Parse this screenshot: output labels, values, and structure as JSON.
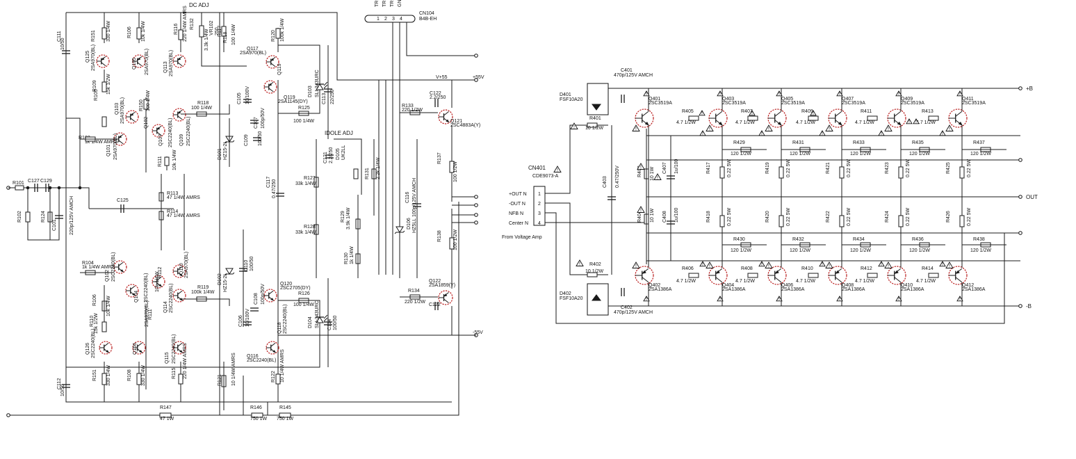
{
  "voltage_amp": {
    "dc_adj": "DC ADJ",
    "idle_adj": "IDOLE ADJ",
    "v_plus": "V+55",
    "plus55": "+55V",
    "minus55": "-55V",
    "resistors": [
      {
        "ref": "R101",
        "val": ""
      },
      {
        "ref": "R102",
        "val": ""
      },
      {
        "ref": "R124",
        "val": ""
      },
      {
        "ref": "R103",
        "val": "1k 1/4W AMRS"
      },
      {
        "ref": "R104",
        "val": "1k 1/4W AMRS"
      },
      {
        "ref": "R105",
        "val": "10k 1/4W"
      },
      {
        "ref": "R106",
        "val": "10k 1/4W"
      },
      {
        "ref": "R107",
        "val": "330 1/4W"
      },
      {
        "ref": "R108",
        "val": "330 1/4W"
      },
      {
        "ref": "R109",
        "val": "15k 1/2W"
      },
      {
        "ref": "R110",
        "val": "15k 1/2W"
      },
      {
        "ref": "R111",
        "val": "10k 1/4W"
      },
      {
        "ref": "R112",
        "val": "10k 1/4W"
      },
      {
        "ref": "R113",
        "val": "47 1/4W AMRS"
      },
      {
        "ref": "R114",
        "val": "47 1/4W AMRS"
      },
      {
        "ref": "R115",
        "val": "220 1/4W AMRS"
      },
      {
        "ref": "R116",
        "val": "220 1/4W AMRS"
      },
      {
        "ref": "R117",
        "val": "100 1/4W"
      },
      {
        "ref": "R118",
        "val": "100 1/4W"
      },
      {
        "ref": "R119",
        "val": "100k 1/4W"
      },
      {
        "ref": "R120",
        "val": "100k 1/4W"
      },
      {
        "ref": "R121",
        "val": "10 1/4W AMRS"
      },
      {
        "ref": "R122",
        "val": "10 1/4W AMRS"
      },
      {
        "ref": "R123",
        "val": "330 1/4W"
      },
      {
        "ref": "R125",
        "val": "100 1/4W"
      },
      {
        "ref": "R126",
        "val": "100 1/4W"
      },
      {
        "ref": "R127",
        "val": "33k 1/4W"
      },
      {
        "ref": "R128",
        "val": "33k 1/4W"
      },
      {
        "ref": "R129",
        "val": "3.9k 1/4W"
      },
      {
        "ref": "R130",
        "val": "1k 1/4W"
      },
      {
        "ref": "R131",
        "val": "2.2k 1/4W"
      },
      {
        "ref": "R132",
        "val": "3.3k 1/4W"
      },
      {
        "ref": "R133",
        "val": "220 1/2W"
      },
      {
        "ref": "R134",
        "val": "220 1/2W"
      },
      {
        "ref": "R137",
        "val": "100 1/2W"
      },
      {
        "ref": "R138",
        "val": "100 1/2W"
      },
      {
        "ref": "R145",
        "val": "750 1W"
      },
      {
        "ref": "R146",
        "val": "750 1W"
      },
      {
        "ref": "R147",
        "val": "47 1W"
      },
      {
        "ref": "R150",
        "val": "100 1/4W"
      },
      {
        "ref": "R151",
        "val": "330 1/4W"
      },
      {
        "ref": "R152",
        "val": "330 1/4W"
      },
      {
        "ref": "VR101",
        "val": "5K"
      },
      {
        "ref": "VR102",
        "val": "250"
      }
    ],
    "capacitors": [
      {
        "ref": "C101",
        "val": "220p/125V AMCH"
      },
      {
        "ref": "C105",
        "val": "10/100V"
      },
      {
        "ref": "C106",
        "val": "10/100V"
      },
      {
        "ref": "C107",
        "val": "100p/50V"
      },
      {
        "ref": "C108",
        "val": "100p/50V"
      },
      {
        "ref": "C109",
        "val": "100/50"
      },
      {
        "ref": "C110",
        "val": "100/50"
      },
      {
        "ref": "C111",
        "val": "10/50"
      },
      {
        "ref": "C112",
        "val": "10/50"
      },
      {
        "ref": "C113",
        "val": "22/250"
      },
      {
        "ref": "C114",
        "val": "100/50"
      },
      {
        "ref": "C115",
        "val": "100p 125V AMCH"
      },
      {
        "ref": "C116",
        "val": "100p/125V AMCH"
      },
      {
        "ref": "C117",
        "val": "0.47/250"
      },
      {
        "ref": "C121",
        "val": "2.2/250"
      },
      {
        "ref": "C122",
        "val": "2.2/250"
      },
      {
        "ref": "C125",
        "val": ""
      },
      {
        "ref": "C127",
        "val": "2200p/125V AMCH"
      },
      {
        "ref": "C129",
        "val": ""
      }
    ],
    "transistors": [
      {
        "ref": "Q101",
        "val": "2SA970(BL)"
      },
      {
        "ref": "Q102",
        "val": "2SC2240(BL)"
      },
      {
        "ref": "Q103",
        "val": "2SA970(BL)"
      },
      {
        "ref": "Q104",
        "val": "2SC2240(BL)"
      },
      {
        "ref": "Q105",
        "val": "2SA970(BL)"
      },
      {
        "ref": "Q106",
        "val": "2SC2240(BL)"
      },
      {
        "ref": "Q107",
        "val": "2SC2240(BL)"
      },
      {
        "ref": "Q108",
        "val": "2SA970(BL)"
      },
      {
        "ref": "Q109",
        "val": "2SC2240(BL)"
      },
      {
        "ref": "Q110",
        "val": "2SA970(BL)"
      },
      {
        "ref": "Q113",
        "val": "2SA970(BL)"
      },
      {
        "ref": "Q114",
        "val": "2SC2240(BL)"
      },
      {
        "ref": "Q115",
        "val": "2SC2240(BL)"
      },
      {
        "ref": "Q116",
        "val": "2SC2240(BL)"
      },
      {
        "ref": "Q117",
        "val": "2SA970(BL)"
      },
      {
        "ref": "Q118",
        "val": "2SC2240(BL)"
      },
      {
        "ref": "Q119",
        "val": "2SA1145(DY)"
      },
      {
        "ref": "Q120",
        "val": "2SC2705(DY)"
      },
      {
        "ref": "Q121",
        "val": "2SC4883A(Y)"
      },
      {
        "ref": "Q122",
        "val": "2SA1859(Y)"
      },
      {
        "ref": "Q125",
        "val": "2SA970(BL)"
      },
      {
        "ref": "Q126",
        "val": "2SC2240(BL)"
      }
    ],
    "diodes": [
      {
        "ref": "D101",
        "val": "HZ15-2L"
      },
      {
        "ref": "D102",
        "val": "HZ15-2L"
      },
      {
        "ref": "D103",
        "val": "SLI-343URC"
      },
      {
        "ref": "D104",
        "val": "SLI-343URC"
      },
      {
        "ref": "D105",
        "val": "UK2LL"
      },
      {
        "ref": "D106",
        "val": "HZ5LL"
      }
    ],
    "connector": {
      "ref": "CN104",
      "part": "B4B-EH",
      "pins": [
        "TR-P",
        "TR-N",
        "TR-C",
        "GND"
      ],
      "numbers": [
        "1",
        "2",
        "3",
        "4"
      ]
    }
  },
  "output_stage": {
    "cn401": {
      "ref": "CN401",
      "part": "CDE9073-A",
      "pins": [
        {
          "n": "1",
          "name": "+OUT N"
        },
        {
          "n": "2",
          "name": "-OUT N"
        },
        {
          "n": "3",
          "name": "NFB N"
        },
        {
          "n": "4",
          "name": "Center N"
        }
      ],
      "from": "From Voltage Amp"
    },
    "rails": {
      "plus": "+B",
      "minus": "-B",
      "out": "OUT"
    },
    "d401": {
      "ref": "D401",
      "part": "FSF10A20"
    },
    "d402": {
      "ref": "D402",
      "part": "FSF10A20"
    },
    "c401": {
      "ref": "C401",
      "val": "470p/125V AMCH"
    },
    "c402": {
      "ref": "C402",
      "val": "470p/125V AMCH"
    },
    "c403": {
      "ref": "C403",
      "val": "0.47/250V"
    },
    "c407": {
      "ref": "C407",
      "val": "1u/100"
    },
    "c408": {
      "ref": "C408",
      "val": "1u/100"
    },
    "r401": {
      "ref": "R401",
      "val": "10 1/2W"
    },
    "r402": {
      "ref": "R402",
      "val": "10 1/2W"
    },
    "r403": {
      "ref": "R403",
      "val": "10 1W"
    },
    "r404": {
      "ref": "R404",
      "val": "10 1W"
    },
    "npn": [
      {
        "ref": "Q401",
        "val": "2SC3519A"
      },
      {
        "ref": "Q403",
        "val": "2SC3519A"
      },
      {
        "ref": "Q405",
        "val": "2SC3519A"
      },
      {
        "ref": "Q407",
        "val": "2SC3519A"
      },
      {
        "ref": "Q409",
        "val": "2SC3519A"
      },
      {
        "ref": "Q411",
        "val": "2SC3519A"
      }
    ],
    "pnp": [
      {
        "ref": "Q402",
        "val": "2SA1386A"
      },
      {
        "ref": "Q404",
        "val": "2SA1386A"
      },
      {
        "ref": "Q406",
        "val": "2SA1386A"
      },
      {
        "ref": "Q408",
        "val": "2SA1386A"
      },
      {
        "ref": "Q410",
        "val": "2SA1386A"
      },
      {
        "ref": "Q412",
        "val": "2SA1386A"
      }
    ],
    "base_r_top": [
      {
        "ref": "R405",
        "val": "4.7 1/2W"
      },
      {
        "ref": "R407",
        "val": "4.7 1/2W"
      },
      {
        "ref": "R409",
        "val": "4.7 1/2W"
      },
      {
        "ref": "R411",
        "val": "4.7 1/2W"
      },
      {
        "ref": "R413",
        "val": "4.7 1/2W"
      }
    ],
    "base_r_bottom": [
      {
        "ref": "R406",
        "val": "4.7 1/2W"
      },
      {
        "ref": "R408",
        "val": "4.7 1/2W"
      },
      {
        "ref": "R410",
        "val": "4.7 1/2W"
      },
      {
        "ref": "R412",
        "val": "4.7 1/2W"
      },
      {
        "ref": "R414",
        "val": "4.7 1/2W"
      }
    ],
    "emitter_r_top": [
      {
        "ref": "R417",
        "val": "0.22 5W"
      },
      {
        "ref": "R419",
        "val": "0.22 5W"
      },
      {
        "ref": "R421",
        "val": "0.22 5W"
      },
      {
        "ref": "R423",
        "val": "0.22 5W"
      },
      {
        "ref": "R425",
        "val": "0.22 5W"
      }
    ],
    "emitter_r_bottom": [
      {
        "ref": "R418",
        "val": "0.22 5W"
      },
      {
        "ref": "R420",
        "val": "0.22 5W"
      },
      {
        "ref": "R422",
        "val": "0.22 5W"
      },
      {
        "ref": "R424",
        "val": "0.22 5W"
      },
      {
        "ref": "R426",
        "val": "0.22 5W"
      }
    ],
    "sense_r_top": [
      {
        "ref": "R429",
        "val": "120 1/2W"
      },
      {
        "ref": "R431",
        "val": "120 1/2W"
      },
      {
        "ref": "R433",
        "val": "120 1/2W"
      },
      {
        "ref": "R435",
        "val": "120 1/2W"
      },
      {
        "ref": "R437",
        "val": "120 1/2W"
      }
    ],
    "sense_r_bottom": [
      {
        "ref": "R430",
        "val": "120 1/2W"
      },
      {
        "ref": "R432",
        "val": "120 1/2W"
      },
      {
        "ref": "R434",
        "val": "120 1/2W"
      },
      {
        "ref": "R436",
        "val": "120 1/2W"
      },
      {
        "ref": "R438",
        "val": "120 1/2W"
      }
    ]
  }
}
